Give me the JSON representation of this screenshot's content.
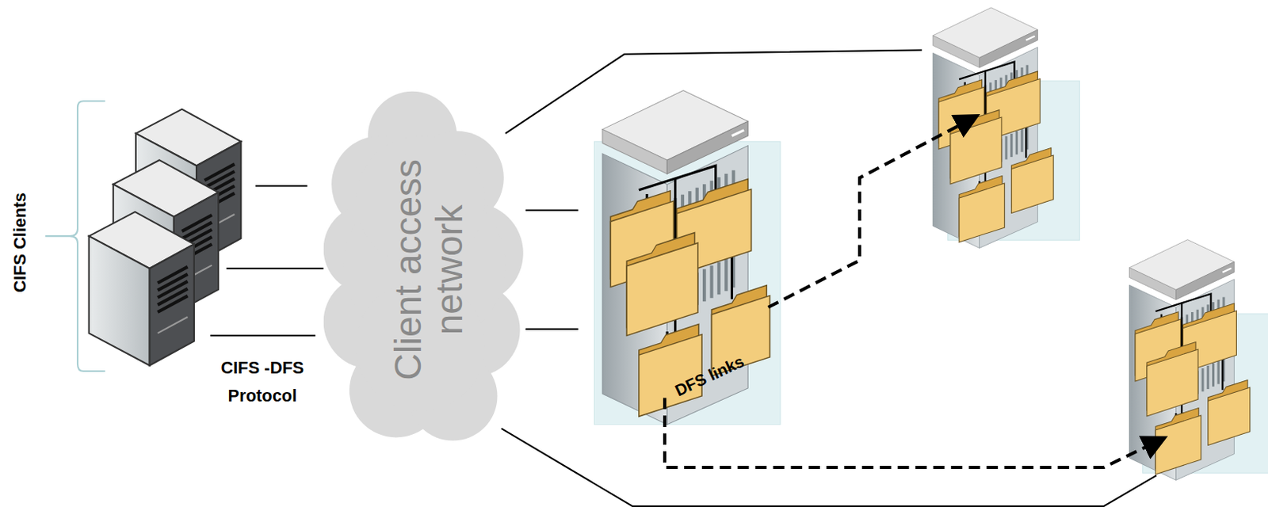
{
  "diagram": {
    "nodes": [
      {
        "text": [
          "CIFS Clients"
        ]
      },
      {
        "text": [
          "Client access network"
        ]
      }
    ],
    "edges": [
      {
        "from": 0,
        "to": 1,
        "arrow": "none"
      }
    ],
    "labels": [
      "CIFS -DFS Protocol",
      "DFS links"
    ]
  }
}
